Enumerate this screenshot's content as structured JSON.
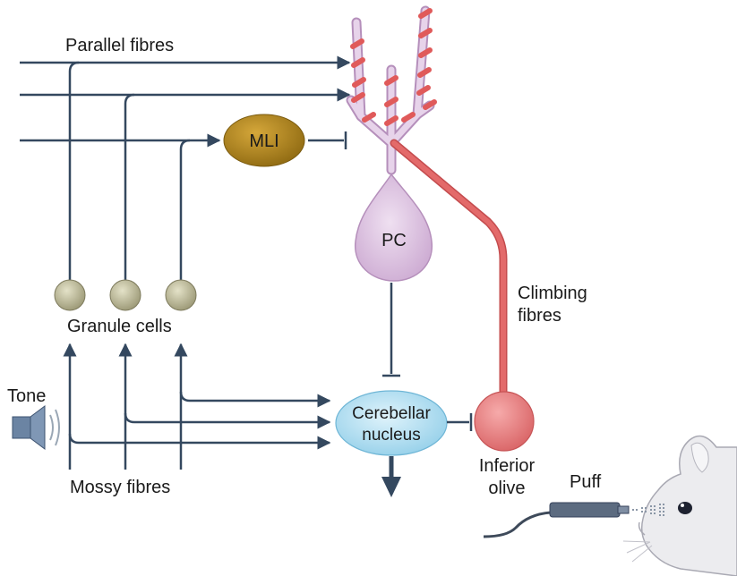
{
  "labels": {
    "parallel_fibres": "Parallel fibres",
    "mli": "MLI",
    "pc": "PC",
    "climbing_fibres_line1": "Climbing",
    "climbing_fibres_line2": "fibres",
    "granule_cells": "Granule cells",
    "tone": "Tone",
    "cerebellar_nucleus_line1": "Cerebellar",
    "cerebellar_nucleus_line2": "nucleus",
    "inferior_olive_line1": "Inferior",
    "inferior_olive_line2": "olive",
    "mossy_fibres": "Mossy fibres",
    "puff": "Puff"
  },
  "colors": {
    "fibre": "#34485f",
    "climbing": "#e36a6a",
    "pc_fill": "#dcc3e0",
    "mli_fill": "#b8860b",
    "nucleus_fill": "#b9e3f5",
    "olive_fill": "#f0888a",
    "granule_fill": "#c9c6a4",
    "spine": "#e05a5a"
  }
}
